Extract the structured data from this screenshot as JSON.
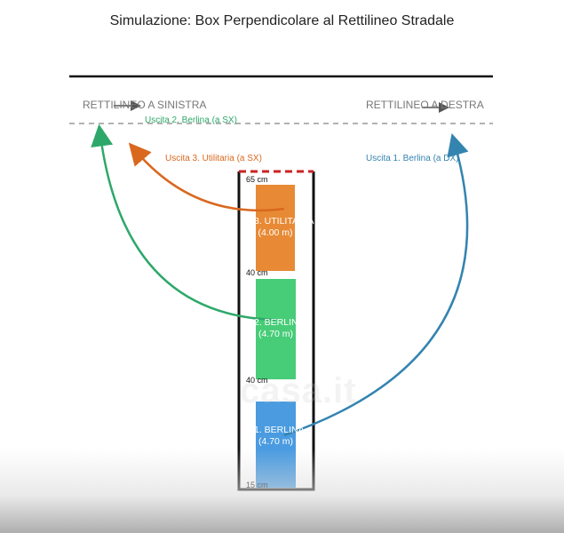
{
  "title": "Simulazione: Box Perpendicolare al Rettilineo Stradale",
  "road": {
    "left_label": "RETTILINEO A SINISTRA",
    "right_label": "RETTILINEO A DESTRA"
  },
  "exits": {
    "exit2": "Uscita 2. Berlina (a SX)",
    "exit3": "Uscita 3. Utilitaria (a SX)",
    "exit1": "Uscita 1. Berlina (a DX)"
  },
  "dimensions": {
    "front_gap": "65 cm",
    "gap_upper": "40 cm",
    "gap_lower": "40 cm",
    "rear_gap": "15 cm"
  },
  "cars": [
    {
      "line1": "3. UTILITARIA",
      "line2": "(4.00 m)"
    },
    {
      "line1": "2. BERLINA",
      "line2": "(4.70 m)"
    },
    {
      "line1": "1. BERLINA",
      "line2": "(4.70 m)"
    }
  ],
  "watermark": "casa.it",
  "colors": {
    "utilitaria": "#e88a35",
    "berlina2": "#47cc78",
    "berlina1": "#4a9be0",
    "exit3_arrow": "#d9681e",
    "exit2_arrow": "#2ea86a",
    "exit1_arrow": "#3484b0",
    "entrance_dash": "#cc2222"
  }
}
